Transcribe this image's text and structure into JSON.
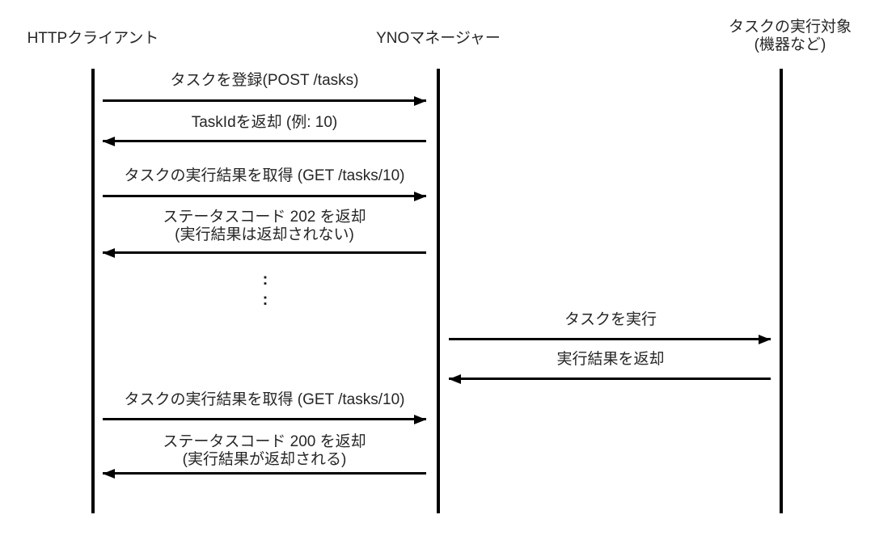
{
  "diagram_type": "sequence",
  "colors": {
    "background": "#ffffff",
    "line": "#000000",
    "text": "#262626"
  },
  "actors": [
    {
      "label": "HTTPクライアント"
    },
    {
      "label": "YNOマネージャー"
    },
    {
      "label_lines": [
        "タスクの実行対象",
        "(機器など)"
      ]
    }
  ],
  "messages": [
    {
      "from": "HTTPクライアント",
      "to": "YNOマネージャー",
      "direction": "right",
      "lines": [
        "タスクを登録(POST /tasks)"
      ]
    },
    {
      "from": "YNOマネージャー",
      "to": "HTTPクライアント",
      "direction": "left",
      "lines": [
        "TaskIdを返却 (例: 10)"
      ]
    },
    {
      "from": "HTTPクライアント",
      "to": "YNOマネージャー",
      "direction": "right",
      "lines": [
        "タスクの実行結果を取得 (GET /tasks/10)"
      ]
    },
    {
      "from": "YNOマネージャー",
      "to": "HTTPクライアント",
      "direction": "left",
      "lines": [
        "ステータスコード 202 を返却",
        "(実行結果は返却されない)"
      ]
    },
    {
      "from": "YNOマネージャー",
      "to": "タスクの実行対象",
      "direction": "right",
      "lines": [
        "タスクを実行"
      ]
    },
    {
      "from": "タスクの実行対象",
      "to": "YNOマネージャー",
      "direction": "left",
      "lines": [
        "実行結果を返却"
      ]
    },
    {
      "from": "HTTPクライアント",
      "to": "YNOマネージャー",
      "direction": "right",
      "lines": [
        "タスクの実行結果を取得 (GET /tasks/10)"
      ]
    },
    {
      "from": "YNOマネージャー",
      "to": "HTTPクライアント",
      "direction": "left",
      "lines": [
        "ステータスコード 200 を返却",
        "(実行結果が返却される)"
      ]
    }
  ],
  "ellipsis": {
    "line1": ":",
    "line2": ":"
  }
}
